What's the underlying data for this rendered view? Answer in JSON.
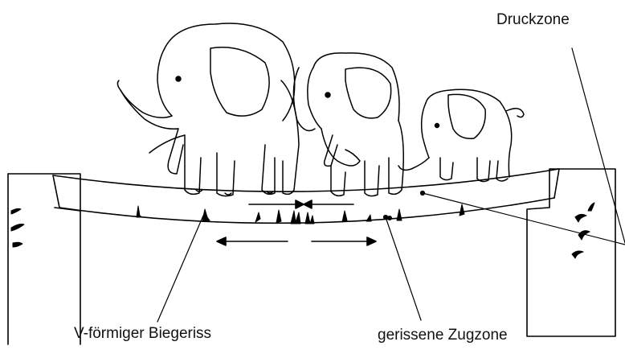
{
  "labels": {
    "compression_zone": "Druckzone",
    "v_shaped_crack": "V-förmiger Biegeriss",
    "cracked_tension_zone": "gerissene Zugzone"
  },
  "figure": {
    "subject_icon": "elephant-icon",
    "elephant_count": 3,
    "line_color": "#000000",
    "background_color": "#ffffff"
  }
}
